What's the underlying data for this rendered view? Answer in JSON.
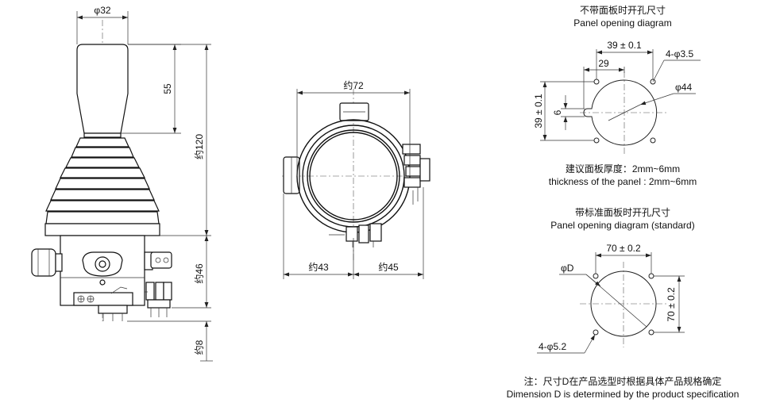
{
  "side_view": {
    "dim_handle_dia": "φ32",
    "dim_handle_height": "55",
    "dim_total_height": "约120",
    "dim_body_height": "约46",
    "dim_terminal": "约8"
  },
  "top_view": {
    "dim_width": "约72",
    "dim_left": "约43",
    "dim_right": "约45"
  },
  "panel_plain": {
    "title_cn": "不带面板时开孔尺寸",
    "title_en": "Panel opening diagram",
    "dim_hole_spacing_h": "39 ± 0.1",
    "dim_offset": "29",
    "dim_holes": "4-φ3.5",
    "dim_bore": "φ44",
    "dim_hole_spacing_v": "39 ± 0.1",
    "dim_slot": "6"
  },
  "thickness_note": {
    "cn": "建议面板厚度：2mm~6mm",
    "en": "thickness of the panel : 2mm~6mm"
  },
  "panel_standard": {
    "title_cn": "带标准面板时开孔尺寸",
    "title_en": "Panel opening diagram (standard)",
    "dim_hole_spacing_h": "70 ± 0.2",
    "dim_bore": "φD",
    "dim_hole_spacing_v": "70 ± 0.2",
    "dim_holes": "4-φ5.2"
  },
  "footer_note": {
    "cn": "注：尺寸D在产品选型时根据具体产品规格确定",
    "en": "Dimension D is determined by the product specification"
  }
}
